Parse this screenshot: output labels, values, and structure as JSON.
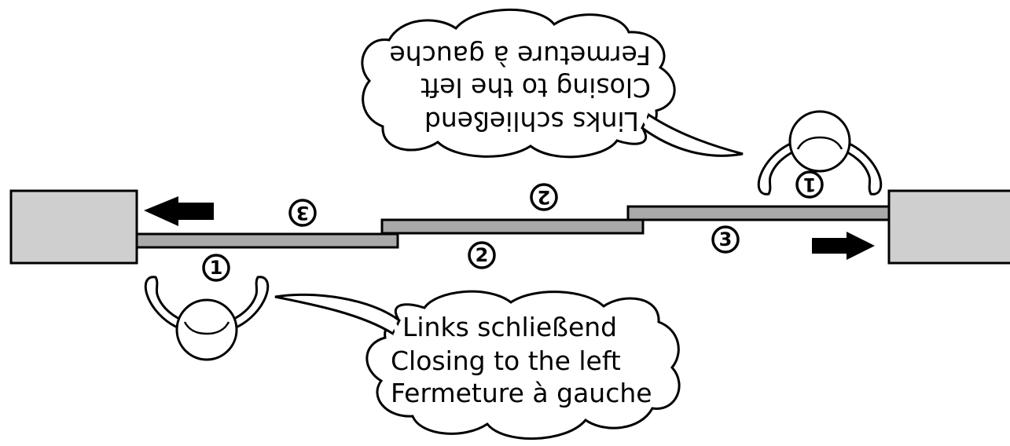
{
  "labels": {
    "panel_numbers": [
      "1",
      "2",
      "3"
    ]
  },
  "bubble_bottom": {
    "lines": [
      "Links schließend",
      "Closing to the left",
      "Fermeture à gauche"
    ]
  },
  "bubble_top": {
    "lines": [
      "Links schließend",
      "Closing to the left",
      "Fermeture à gauche"
    ]
  }
}
